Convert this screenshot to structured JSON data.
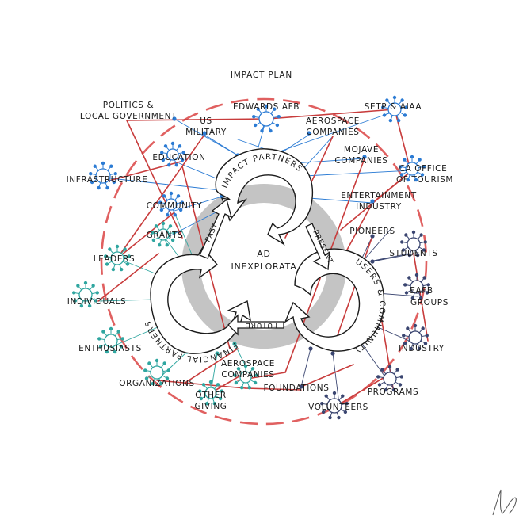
{
  "title": "IMPACT PLAN",
  "center": {
    "line1": "AD",
    "line2": "INEXPLORATA"
  },
  "rings": {
    "impact_partners": "IMPACT PARTNERS",
    "users_community": "USERS & COMMUNITY",
    "financial_partners": "FINANCIAL PARTNERS"
  },
  "arrows": {
    "past": "PAST",
    "present": "PRESENT",
    "future": "FUTURE"
  },
  "nodes": {
    "politics_1": "POLITICS &",
    "politics_2": "LOCAL GOVERNMENT",
    "edwards": "EDWARDS AFB",
    "setp": "SETP & AIAA",
    "us_military_1": "US",
    "us_military_2": "MILITARY",
    "aero_top_1": "AEROSPACE",
    "aero_top_2": "COMPANIES",
    "education": "EDUCATION",
    "mojave_1": "MOJAVE",
    "mojave_2": "COMPANIES",
    "ca_tourism_1": "CA OFFICE",
    "ca_tourism_2": "OF TOURISM",
    "infrastructure": "INFRASTRUCTURE",
    "entertainment_1": "ENTERTAINMENT",
    "entertainment_2": "INDUSTRY",
    "community": "COMMUNITY",
    "grants": "GRANTS",
    "pioneers": "PIONEERS",
    "students": "STUDENTS",
    "leaders": "LEADERS",
    "eafb_1": "EAFB",
    "eafb_2": "GROUPS",
    "individuals": "INDIVIDUALS",
    "industry": "INDUSTRY",
    "enthusiasts": "ENTHUSIASTS",
    "aero_bottom_1": "AEROSPACE",
    "aero_bottom_2": "COMPANIES",
    "organizations": "ORGANIZATIONS",
    "foundations": "FOUNDATIONS",
    "programs": "PROGRAMS",
    "other_giving_1": "OTHER",
    "other_giving_2": "GIVING",
    "volunteers": "VOLUNTEERS"
  },
  "colors": {
    "impact_blue": "#2b7bd4",
    "community_navy": "#3a4570",
    "financial_teal": "#2fa6a0",
    "red_link": "#c83c3c",
    "dashed_circle": "#e06060",
    "gray_ring": "#c4c4c4",
    "ink": "#1a1a1a"
  },
  "signature_icon": "handwritten-signature-icon"
}
